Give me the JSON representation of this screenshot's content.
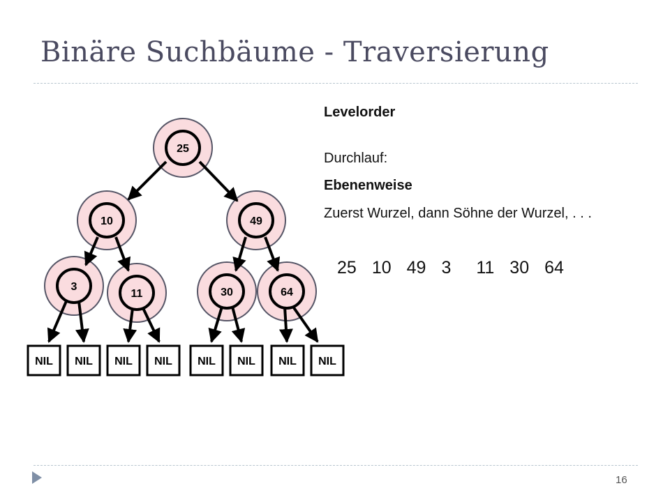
{
  "slide": {
    "title": "Binäre Suchbäume - Traversierung",
    "page_number": "16"
  },
  "text": {
    "heading": "Levelorder",
    "line1": "Durchlauf:",
    "line2": "Ebenenweise",
    "line3": "Zuerst Wurzel, dann Söhne der Wurzel,  . . ."
  },
  "sequence": [
    "25",
    "10",
    "49",
    "3",
    "11",
    "30",
    "64"
  ],
  "tree": {
    "nodes": [
      {
        "id": "n25",
        "label": "25"
      },
      {
        "id": "n10",
        "label": "10"
      },
      {
        "id": "n49",
        "label": "49"
      },
      {
        "id": "n3",
        "label": "3"
      },
      {
        "id": "n11",
        "label": "11"
      },
      {
        "id": "n30",
        "label": "30"
      },
      {
        "id": "n64",
        "label": "64"
      }
    ],
    "nil_label": "NIL",
    "colors": {
      "halo_fill": "#fadcdf",
      "halo_stroke": "#555566",
      "node_fill": "#fadcdf",
      "node_stroke": "#000000"
    }
  }
}
